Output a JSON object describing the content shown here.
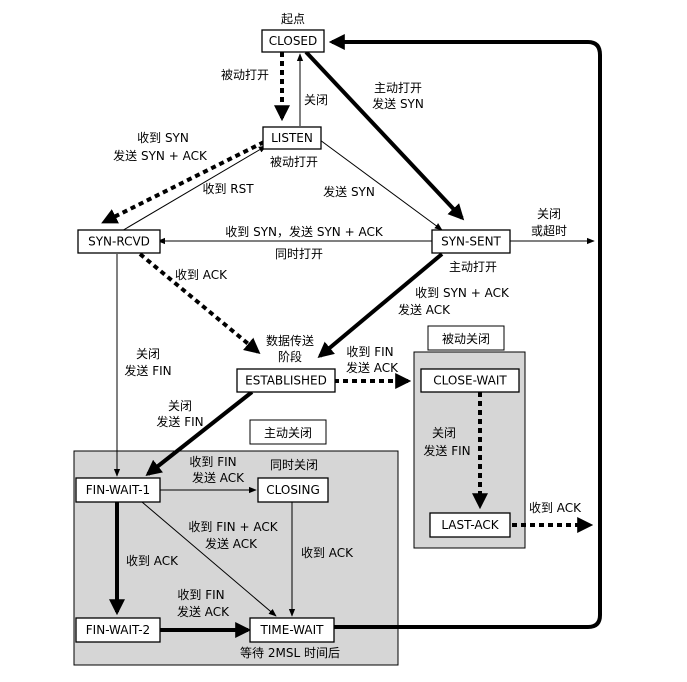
{
  "states": {
    "closed": "CLOSED",
    "listen": "LISTEN",
    "syn_rcvd": "SYN-RCVD",
    "syn_sent": "SYN-SENT",
    "established": "ESTABLISHED",
    "close_wait": "CLOSE-WAIT",
    "last_ack": "LAST-ACK",
    "fin_wait_1": "FIN-WAIT-1",
    "closing": "CLOSING",
    "fin_wait_2": "FIN-WAIT-2",
    "time_wait": "TIME-WAIT"
  },
  "regions": {
    "passive_close": "被动关闭",
    "active_close": "主动关闭"
  },
  "labels": {
    "start": "起点",
    "passive_open": "被动打开",
    "close_1": "关闭",
    "active_open_1": "主动打开",
    "send_syn_1": "发送 SYN",
    "recv_syn": "收到 SYN",
    "send_syn_ack": "发送 SYN + ACK",
    "passive_open_2": "被动打开",
    "recv_rst": "收到 RST",
    "send_syn_2": "发送 SYN",
    "close_timeout_1": "关闭",
    "close_timeout_2": "或超时",
    "recv_syn_send_syn_ack": "收到 SYN，发送 SYN + ACK",
    "simultaneous_open": "同时打开",
    "active_open_2": "主动打开",
    "recv_ack_1": "收到 ACK",
    "recv_syn_ack_1": "收到 SYN + ACK",
    "recv_syn_ack_2": "发送 ACK",
    "data_transfer_1": "数据传送",
    "data_transfer_2": "阶段",
    "recv_fin_1": "收到 FIN",
    "send_ack_1": "发送 ACK",
    "close_send_fin_a1": "关闭",
    "close_send_fin_a2": "发送 FIN",
    "close_send_fin_b1": "关闭",
    "close_send_fin_b2": "发送 FIN",
    "close_send_fin_c1": "关闭",
    "close_send_fin_c2": "发送 FIN",
    "recv_ack_2": "收到 ACK",
    "recv_fin_2": "收到 FIN",
    "send_ack_2": "发送 ACK",
    "simultaneous_close": "同时关闭",
    "recv_fin_ack_1": "收到 FIN + ACK",
    "recv_fin_ack_2": "发送 ACK",
    "recv_ack_3": "收到 ACK",
    "recv_ack_4": "收到 ACK",
    "recv_fin_3": "收到 FIN",
    "send_ack_3": "发送 ACK",
    "wait_2msl": "等待 2MSL 时间后"
  }
}
